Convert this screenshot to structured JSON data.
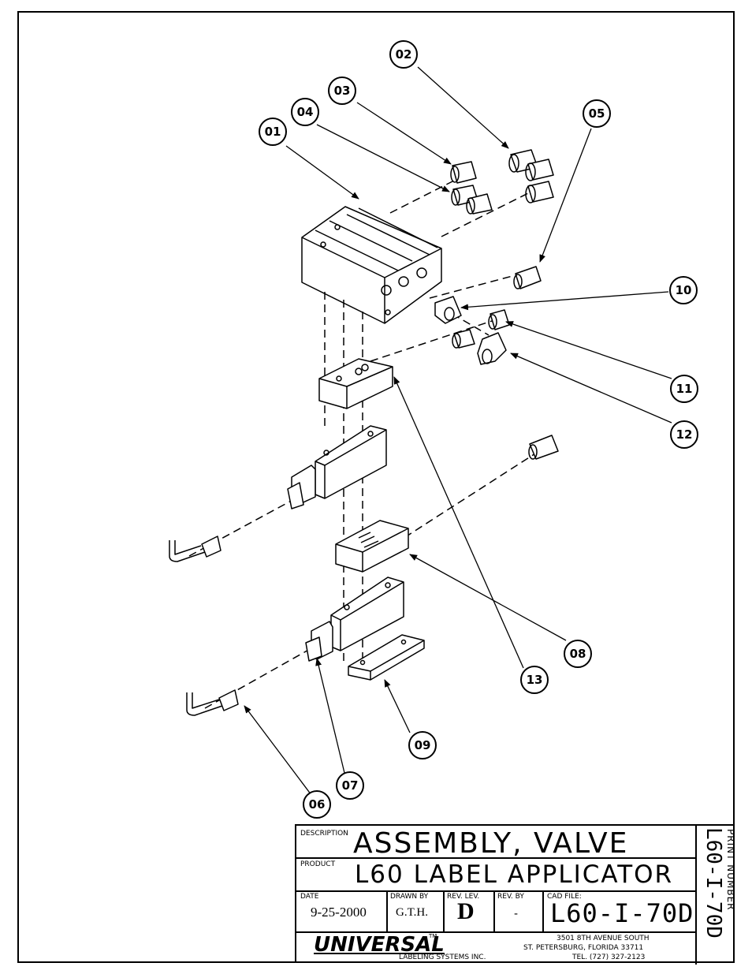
{
  "callouts": [
    "01",
    "02",
    "03",
    "04",
    "05",
    "06",
    "07",
    "08",
    "09",
    "10",
    "11",
    "12",
    "13"
  ],
  "title_block": {
    "description_label": "DESCRIPTION",
    "description": "ASSEMBLY, VALVE",
    "product_label": "PRODUCT",
    "product": "L60 LABEL APPLICATOR",
    "date_label": "DATE",
    "date": "9-25-2000",
    "drawn_by_label": "DRAWN BY",
    "drawn_by": "G.T.H.",
    "rev_lev_label": "REV. LEV.",
    "rev_lev": "D",
    "rev_by_label": "REV. BY",
    "rev_by": "-",
    "cad_file_label": "CAD FILE:",
    "cad_file": "L60-I-70D",
    "company_logo": "UNIVERSAL",
    "company_tm": "TM",
    "company_sub": "LABELING SYSTEMS INC.",
    "address_1": "3501 8TH AVENUE SOUTH",
    "address_2": "ST. PETERSBURG, FLORIDA 33711",
    "phone": "TEL. (727) 327-2123",
    "print_number_label": "PRINT NUMBER",
    "print_number": "L60-I-70D"
  }
}
